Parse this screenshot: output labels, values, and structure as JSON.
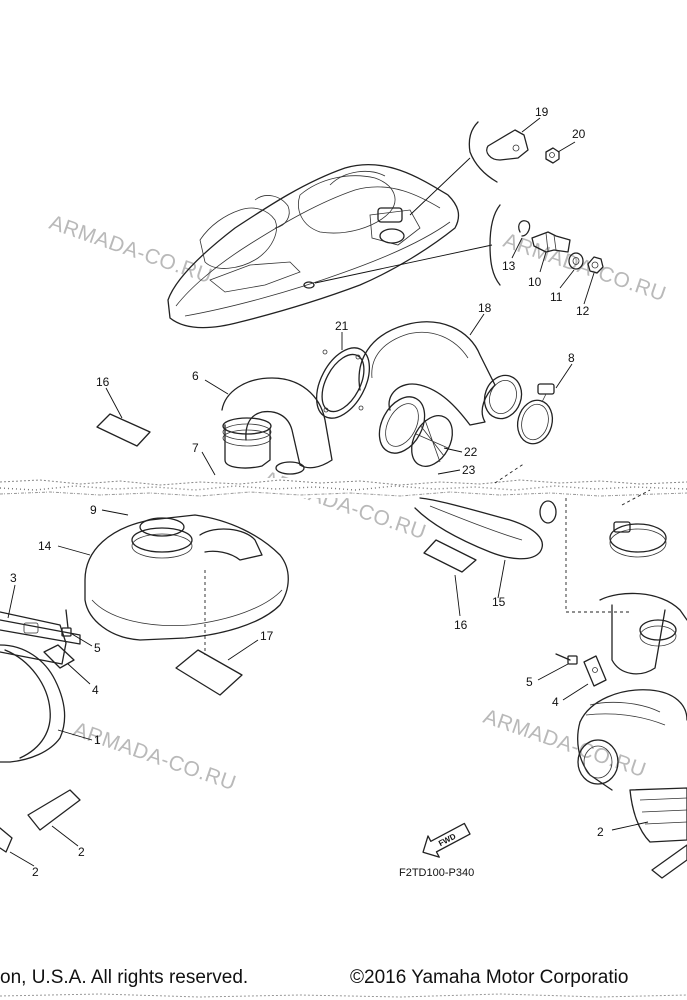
{
  "diagram": {
    "drawing_code": "F2TD100-P340",
    "copyright_left": "on, U.S.A. All rights reserved.",
    "copyright_right": "©2016 Yamaha Motor Corporatio",
    "fwd_label": "FWD",
    "watermark": "ARMADA-CO.RU",
    "callouts": {
      "c1": "1",
      "c2a": "2",
      "c2b": "2",
      "c2c": "2",
      "c3": "3",
      "c4a": "4",
      "c4b": "4",
      "c5a": "5",
      "c5b": "5",
      "c6": "6",
      "c7": "7",
      "c8": "8",
      "c9": "9",
      "c10": "10",
      "c11": "11",
      "c12": "12",
      "c13": "13",
      "c14": "14",
      "c15": "15",
      "c16a": "16",
      "c16b": "16",
      "c17": "17",
      "c18": "18",
      "c19": "19",
      "c20": "20",
      "c21": "21",
      "c22": "22",
      "c23": "23"
    }
  }
}
